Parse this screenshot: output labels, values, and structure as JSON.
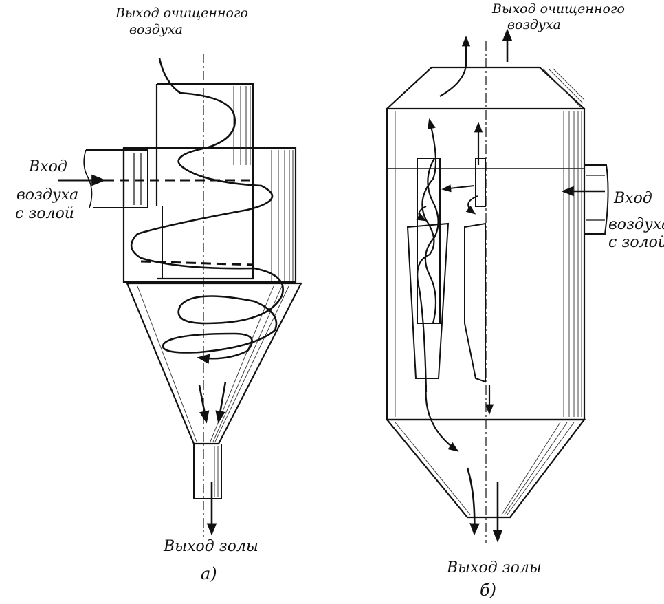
{
  "figure_a": {
    "outlet_air_line1": "Выход очищенного",
    "outlet_air_line2": "воздуха",
    "inlet_line1": "Вход",
    "inlet_line2": "воздуха",
    "inlet_line3": "с золой",
    "ash_outlet": "Выход золы",
    "caption": "а)"
  },
  "figure_b": {
    "outlet_air_line1": "Выход очищенного",
    "outlet_air_line2": "воздуха",
    "inlet_line1": "Вход",
    "inlet_line2": "воздуха",
    "inlet_line3": "с золой",
    "ash_outlet": "Выход золы",
    "caption": "б)"
  },
  "colors": {
    "ink": "#111111",
    "paper": "#ffffff"
  }
}
